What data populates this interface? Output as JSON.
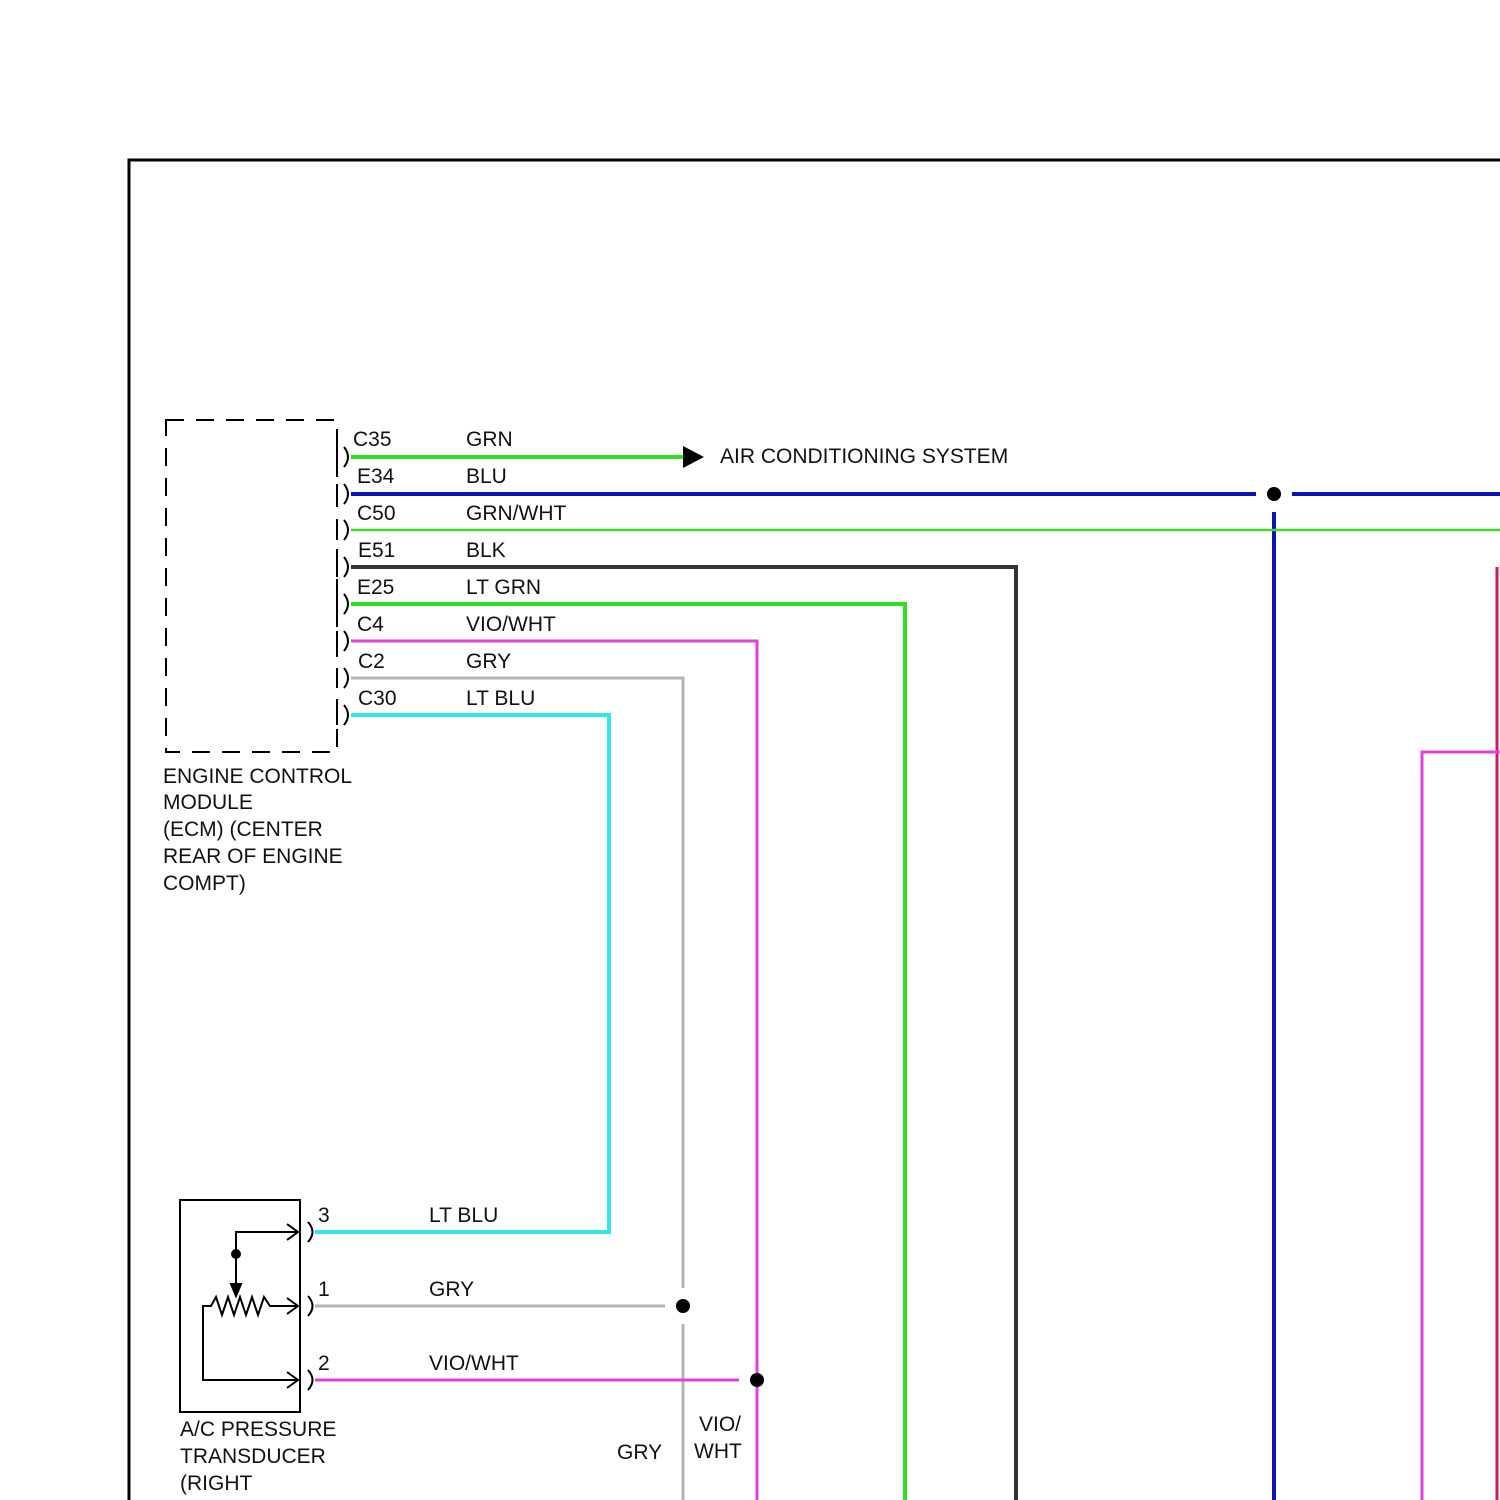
{
  "ecm": {
    "label_lines": [
      "ENGINE CONTROL",
      "MODULE",
      "(ECM) (CENTER",
      "REAR OF ENGINE",
      "COMPT)"
    ]
  },
  "ecm_pins": [
    {
      "pin": "C35",
      "wire": "GRN"
    },
    {
      "pin": "E34",
      "wire": "BLU"
    },
    {
      "pin": "C50",
      "wire": "GRN/WHT"
    },
    {
      "pin": "E51",
      "wire": "BLK"
    },
    {
      "pin": "E25",
      "wire": "LT GRN"
    },
    {
      "pin": "C4",
      "wire": "VIO/WHT"
    },
    {
      "pin": "C2",
      "wire": "GRY"
    },
    {
      "pin": "C30",
      "wire": "LT BLU"
    }
  ],
  "destination": "AIR CONDITIONING SYSTEM",
  "transducer": {
    "label_lines": [
      "A/C PRESSURE",
      "TRANSDUCER",
      "(RIGHT"
    ],
    "pins": [
      {
        "pin": "3",
        "wire": "LT BLU"
      },
      {
        "pin": "1",
        "wire": "GRY"
      },
      {
        "pin": "2",
        "wire": "VIO/WHT"
      }
    ]
  },
  "lower_labels": {
    "gry": "GRY",
    "vio_line1": "VIO/",
    "vio_line2": "WHT"
  },
  "colors": {
    "grn": "#33dd22",
    "blu": "#0a14b4",
    "grn_wht": "#44dd22",
    "blk": "#333333",
    "lt_grn": "#33dd22",
    "vio_wht": "#e040e0",
    "gry": "#b4b4b4",
    "lt_blu": "#33e6ee",
    "red": "#c81e5a"
  }
}
